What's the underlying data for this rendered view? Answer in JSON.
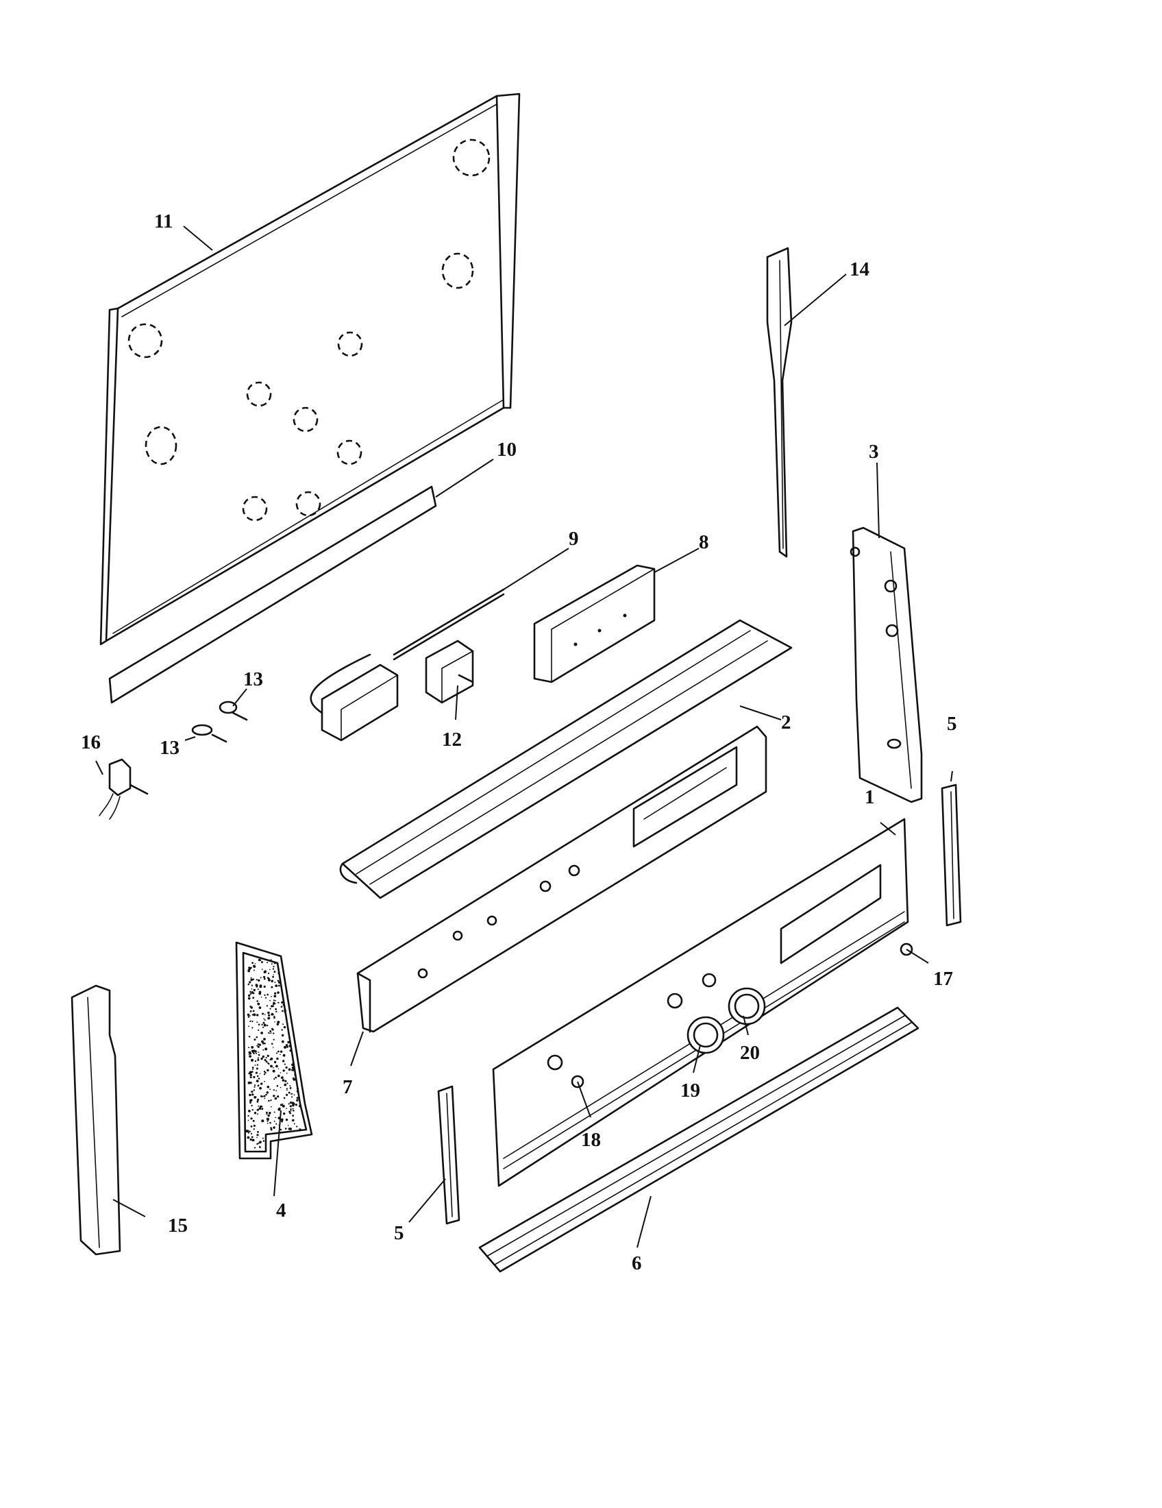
{
  "callouts": [
    "1",
    "2",
    "3",
    "4",
    "5",
    "5",
    "6",
    "7",
    "8",
    "9",
    "10",
    "11",
    "12",
    "13",
    "13",
    "14",
    "15",
    "16",
    "17",
    "18",
    "19",
    "20"
  ]
}
